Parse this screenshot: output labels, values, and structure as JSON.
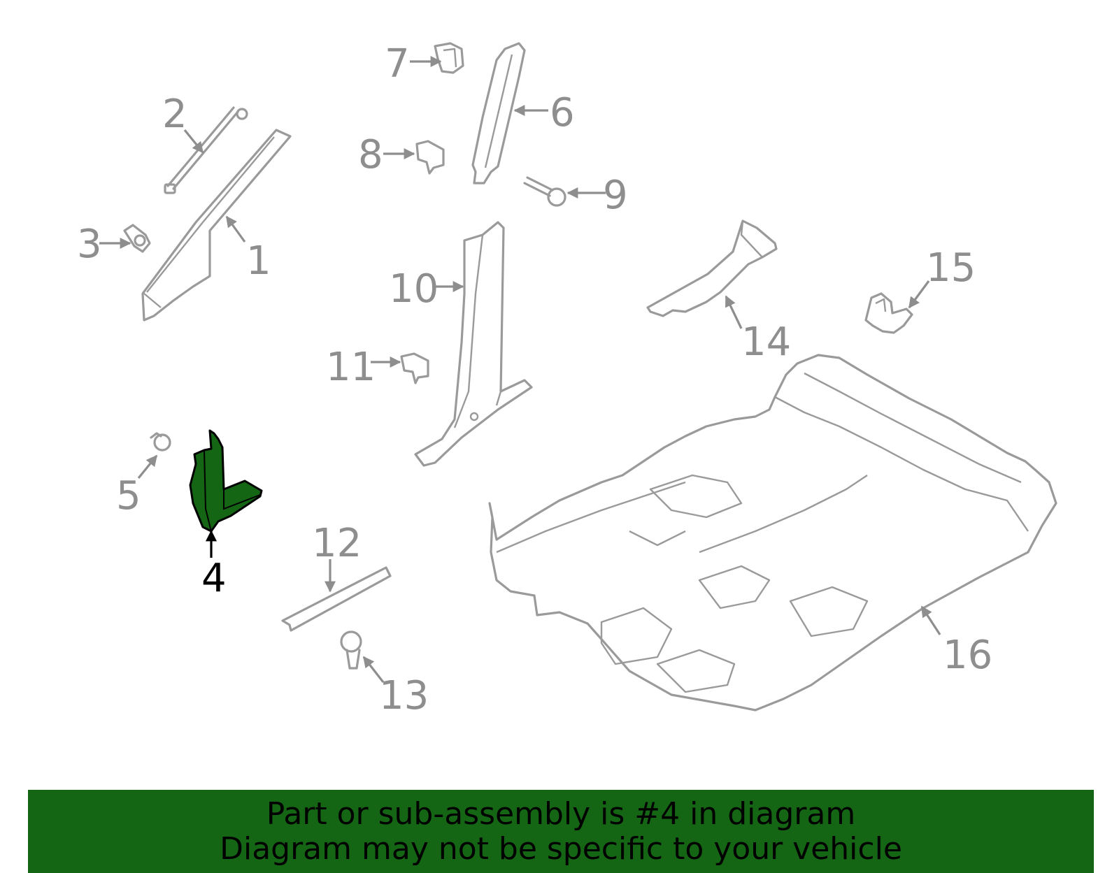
{
  "diagram": {
    "callouts": [
      "1",
      "2",
      "3",
      "4",
      "5",
      "6",
      "7",
      "8",
      "9",
      "10",
      "11",
      "12",
      "13",
      "14",
      "15",
      "16"
    ],
    "highlighted_part": "4",
    "highlight_color": "#146614",
    "part_color": "#9a9a9a"
  },
  "banner": {
    "line1": "Part or sub-assembly is #4 in diagram",
    "line2": "Diagram may not be specific to your vehicle",
    "background": "#146614"
  }
}
